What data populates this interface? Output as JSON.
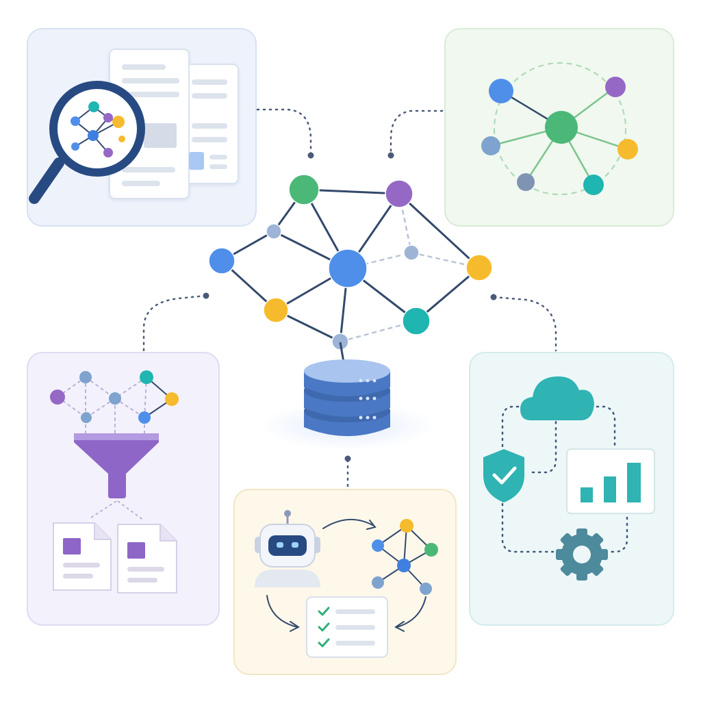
{
  "colors": {
    "background": "#ffffff",
    "edge": "#33496b",
    "edge_dashed": "#b9c4d9",
    "connector": "#4a5a78",
    "node_blue": "#4f8fea",
    "node_blue_light": "#9db4d6",
    "node_green": "#4cb878",
    "node_purple": "#9568c6",
    "node_yellow": "#f6bb2c",
    "node_teal": "#1fb5b0",
    "panel_search_fill": "#eef3fb",
    "panel_search_stroke": "#d6e2f3",
    "panel_cluster_fill": "#f0f8ef",
    "panel_cluster_stroke": "#d7ecd6",
    "panel_filter_fill": "#f3f1fb",
    "panel_filter_stroke": "#e0dbf3",
    "panel_agent_fill": "#fdf8ea",
    "panel_agent_stroke": "#f2e6c4",
    "panel_cloud_fill": "#edf7f7",
    "panel_cloud_stroke": "#d3ebeb",
    "database": "#4a78c4",
    "funnel": "#8e66c8",
    "cloud": "#2fb3b3",
    "shield": "#2fb3b3",
    "gear": "#4d8a9c",
    "check": "#2fae7a"
  },
  "icons": [
    "magnifier-icon",
    "document-icon",
    "database-icon",
    "funnel-icon",
    "robot-icon",
    "checklist-icon",
    "cloud-icon",
    "shield-check-icon",
    "bar-chart-icon",
    "gear-icon"
  ],
  "graph": {
    "nodes": [
      {
        "id": "g1",
        "color": "node_green"
      },
      {
        "id": "p1",
        "color": "node_purple"
      },
      {
        "id": "c1",
        "color": "node_blue"
      },
      {
        "id": "l1",
        "color": "node_blue"
      },
      {
        "id": "y1",
        "color": "node_yellow"
      },
      {
        "id": "y2",
        "color": "node_yellow"
      },
      {
        "id": "t1",
        "color": "node_teal"
      },
      {
        "id": "s1",
        "color": "node_blue_light"
      },
      {
        "id": "s2",
        "color": "node_blue_light"
      },
      {
        "id": "s3",
        "color": "node_blue_light"
      }
    ],
    "edges": [
      [
        "g1",
        "p1"
      ],
      [
        "g1",
        "c1"
      ],
      [
        "g1",
        "s1"
      ],
      [
        "s1",
        "l1"
      ],
      [
        "s1",
        "c1"
      ],
      [
        "l1",
        "y1"
      ],
      [
        "y1",
        "c1"
      ],
      [
        "y1",
        "s3"
      ],
      [
        "c1",
        "s3"
      ],
      [
        "c1",
        "p1"
      ],
      [
        "c1",
        "t1"
      ],
      [
        "p1",
        "y2"
      ],
      [
        "y2",
        "t1"
      ]
    ],
    "dashed_edges": [
      [
        "c1",
        "s2"
      ],
      [
        "s2",
        "y2"
      ],
      [
        "p1",
        "s2"
      ],
      [
        "s3",
        "t1"
      ]
    ]
  }
}
